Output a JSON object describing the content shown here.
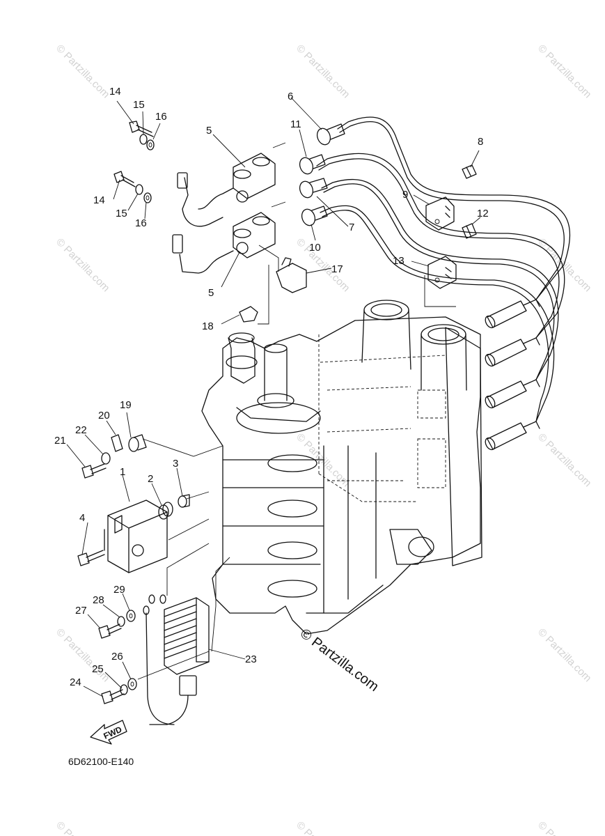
{
  "diagram": {
    "code": "6D62100-E140",
    "fwd_label": "FWD",
    "watermark": "© Partzilla.com",
    "main_watermark": "© Partzilla.com",
    "callouts": [
      {
        "id": "c1",
        "label": "1"
      },
      {
        "id": "c2",
        "label": "2"
      },
      {
        "id": "c3",
        "label": "3"
      },
      {
        "id": "c4",
        "label": "4"
      },
      {
        "id": "c5a",
        "label": "5"
      },
      {
        "id": "c5b",
        "label": "5"
      },
      {
        "id": "c6",
        "label": "6"
      },
      {
        "id": "c7",
        "label": "7"
      },
      {
        "id": "c8",
        "label": "8"
      },
      {
        "id": "c9",
        "label": "9"
      },
      {
        "id": "c10",
        "label": "10"
      },
      {
        "id": "c11",
        "label": "11"
      },
      {
        "id": "c12",
        "label": "12"
      },
      {
        "id": "c13",
        "label": "13"
      },
      {
        "id": "c14a",
        "label": "14"
      },
      {
        "id": "c14b",
        "label": "14"
      },
      {
        "id": "c15a",
        "label": "15"
      },
      {
        "id": "c15b",
        "label": "15"
      },
      {
        "id": "c16a",
        "label": "16"
      },
      {
        "id": "c16b",
        "label": "16"
      },
      {
        "id": "c17",
        "label": "17"
      },
      {
        "id": "c18",
        "label": "18"
      },
      {
        "id": "c19",
        "label": "19"
      },
      {
        "id": "c20",
        "label": "20"
      },
      {
        "id": "c21",
        "label": "21"
      },
      {
        "id": "c22",
        "label": "22"
      },
      {
        "id": "c23",
        "label": "23"
      },
      {
        "id": "c24",
        "label": "24"
      },
      {
        "id": "c25",
        "label": "25"
      },
      {
        "id": "c26",
        "label": "26"
      },
      {
        "id": "c27",
        "label": "27"
      },
      {
        "id": "c28",
        "label": "28"
      },
      {
        "id": "c29",
        "label": "29"
      }
    ]
  }
}
